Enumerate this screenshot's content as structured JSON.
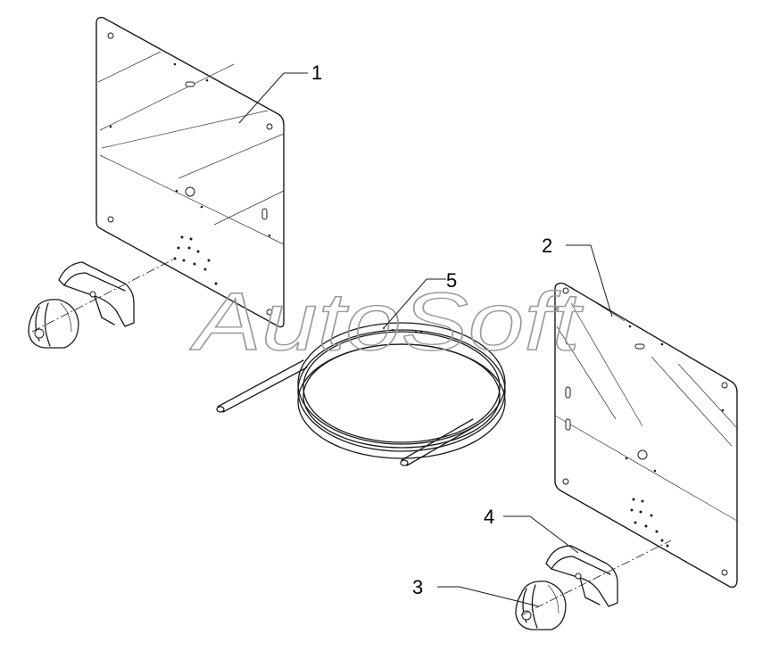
{
  "callouts": {
    "part1": "1",
    "part2": "2",
    "part3": "3",
    "part4": "4",
    "part5": "5"
  },
  "watermark": "AutoSoft",
  "colors": {
    "line": "#1a1a1a",
    "background": "#ffffff",
    "watermark": "#9a9a9a"
  }
}
